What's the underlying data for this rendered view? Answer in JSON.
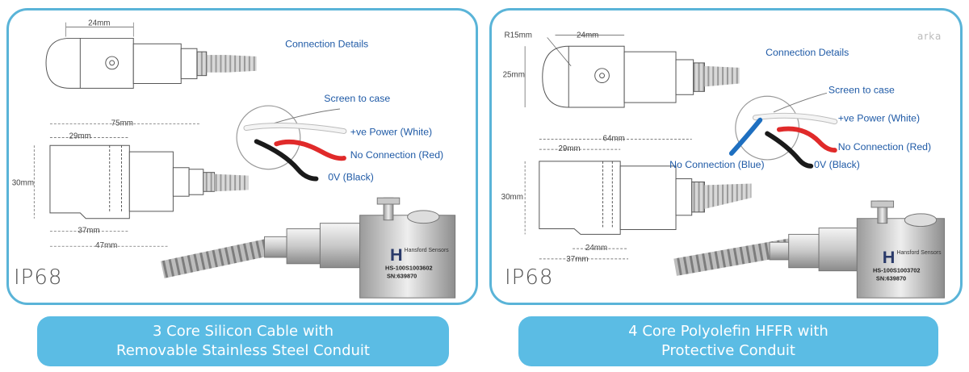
{
  "left": {
    "dims": {
      "top_width": "24mm",
      "total": "75mm",
      "front": "29mm",
      "height": "30mm",
      "bottom1": "37mm",
      "bottom2": "47mm"
    },
    "conn_title": "Connection Details",
    "wires": {
      "screen": "Screen to case",
      "power": "+ve Power (White)",
      "nc": "No Connection (Red)",
      "ground": "0V (Black)"
    },
    "sensor": {
      "brand": "Hansford Sensors",
      "part": "HS-100S1003602",
      "serial": "SN:639870"
    },
    "ip": "IP68",
    "caption": [
      "3 Core Silicon Cable with",
      "Removable Stainless Steel Conduit"
    ]
  },
  "right": {
    "dims": {
      "radius": "R15mm",
      "top_width": "24mm",
      "top_height": "25mm",
      "total": "64mm",
      "front": "29mm",
      "height": "30mm",
      "bottom1": "24mm",
      "bottom2": "37mm"
    },
    "conn_title": "Connection Details",
    "wires": {
      "screen": "Screen to case",
      "power": "+ve Power (White)",
      "nc_red": "No Connection (Red)",
      "nc_blue": "No Connection (Blue)",
      "ground": "0V (Black)"
    },
    "sensor": {
      "brand": "Hansford Sensors",
      "part": "HS-100S1003702",
      "serial": "SN:639870"
    },
    "ip": "IP68",
    "caption": [
      "4 Core Polyolefin HFFR with",
      "Protective Conduit"
    ]
  },
  "logo": "arka",
  "colors": {
    "border": "#5ab4d8",
    "caption_bg": "#5bbce4",
    "conn_text": "#1f5aa6",
    "red_wire": "#e02a2a",
    "blue_wire": "#1e6fc0",
    "black_wire": "#1a1a1a"
  }
}
